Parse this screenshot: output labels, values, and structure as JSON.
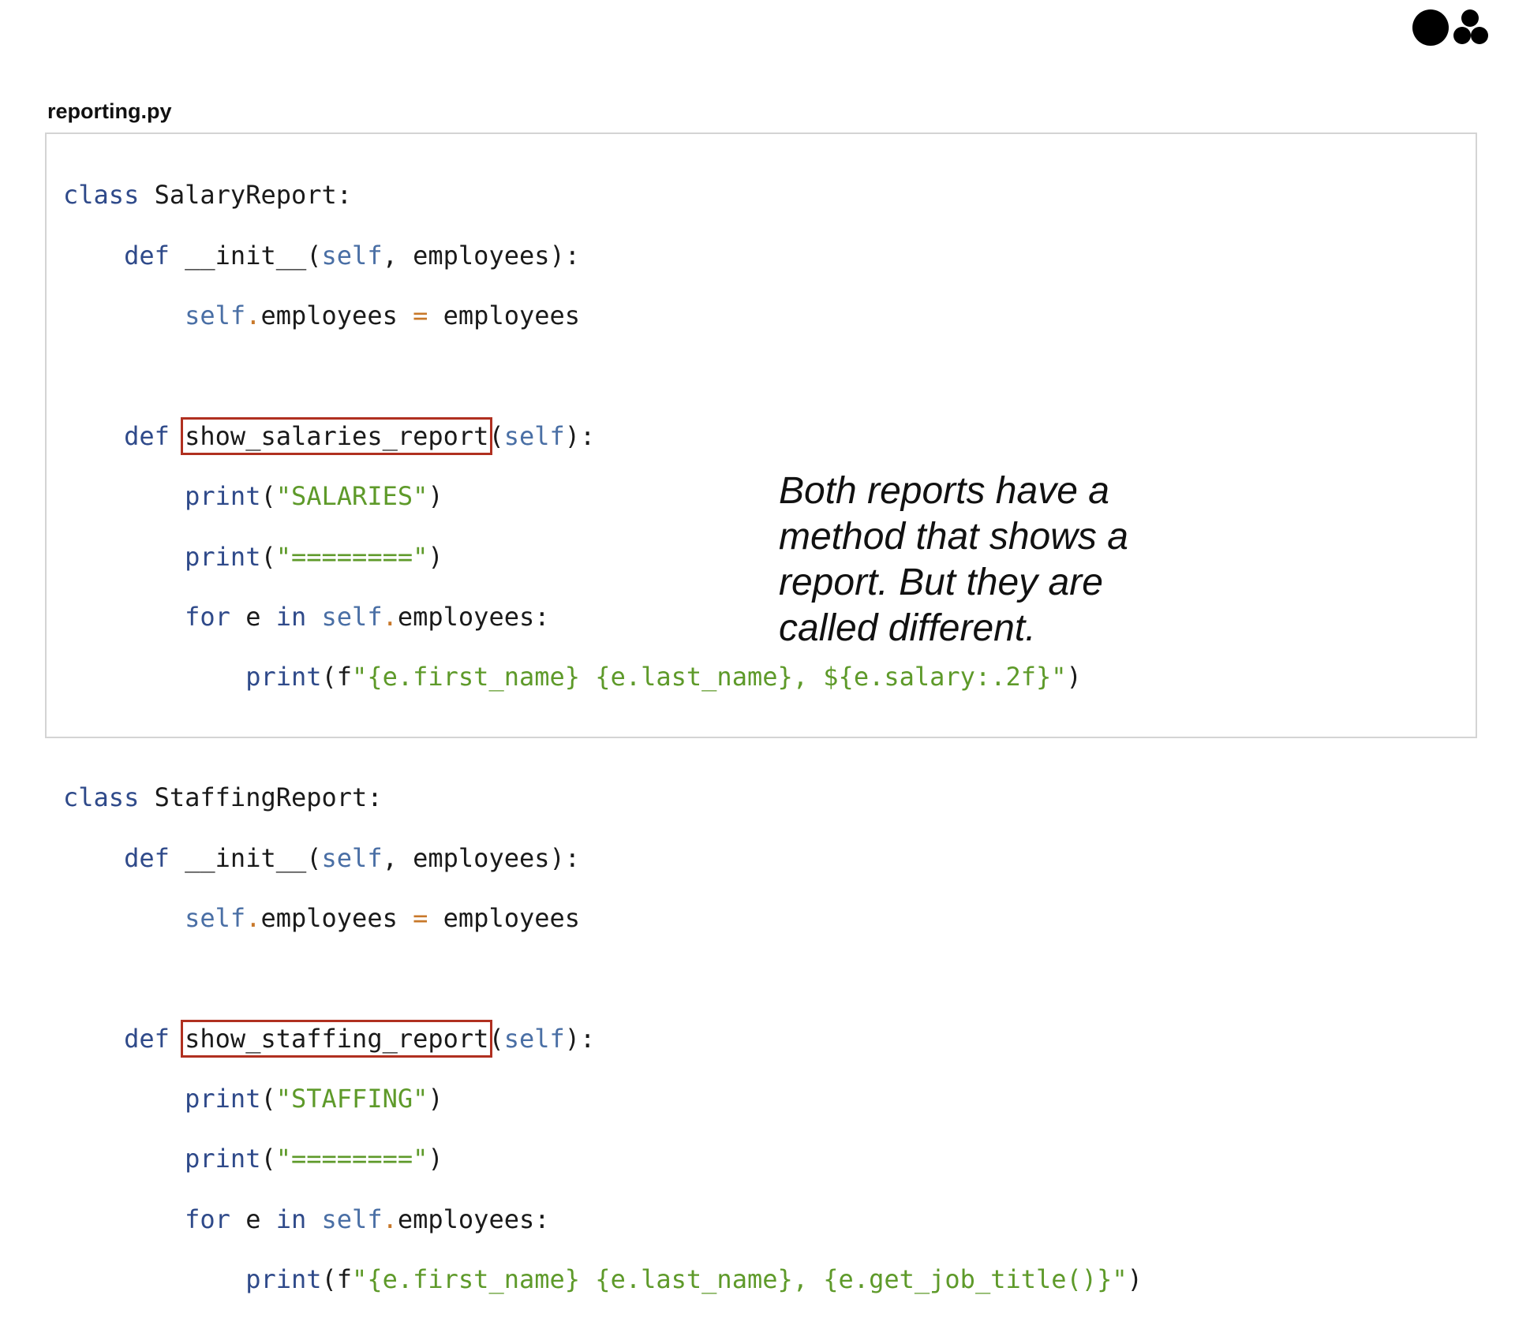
{
  "filename": "reporting.py",
  "note": "Both reports have a method that shows a report. But they are called different.",
  "code": {
    "c1_kw": "class",
    "c1_name": " SalaryReport:",
    "init_kw": "def",
    "init_name": " __init__(",
    "self_param": "self",
    "init_rest": ", employees):",
    "self_attr": "self",
    "dot": ".",
    "assign_left": "employees ",
    "eq": "=",
    "assign_right": " employees",
    "def_kw": "def",
    "m1_name": "show_salaries_report",
    "m_paren_open": "(",
    "m_paren_close": "):",
    "print_kw": "print",
    "open_paren": "(",
    "close_paren": ")",
    "s_salaries": "\"SALARIES\"",
    "s_sep": "\"========\"",
    "for_kw": "for",
    "for_var": " e ",
    "in_kw": "in",
    "for_rest": "employees:",
    "print_f_open": "(f",
    "fstr1": "\"{e.first_name} {e.last_name}, ${e.salary:.2f}\"",
    "c2_name": " StaffingReport:",
    "m2_name": "show_staffing_report",
    "s_staffing": "\"STAFFING\"",
    "fstr2": "\"{e.first_name} {e.last_name}, {e.get_job_title()}\""
  }
}
